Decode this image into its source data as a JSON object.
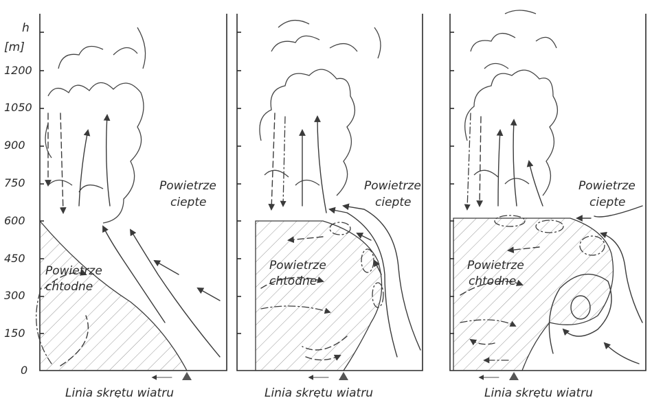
{
  "axis": {
    "label_h": "h",
    "label_unit": "[m]",
    "ticks": [
      "1200",
      "1050",
      "900",
      "750",
      "600",
      "450",
      "300",
      "150",
      "0"
    ]
  },
  "panels": [
    {
      "warm_air": [
        "Powietrze",
        "ciepte"
      ],
      "cold_air": [
        "Powietrze",
        "chtodne"
      ],
      "caption": "Linia skrętu wiatru"
    },
    {
      "warm_air": [
        "Powietrze",
        "ciepte"
      ],
      "cold_air": [
        "Powietrze",
        "chtodne"
      ],
      "caption": "Linia skrętu wiatru"
    },
    {
      "warm_air": [
        "Powietrze",
        "ciepte"
      ],
      "cold_air": [
        "Powietrze",
        "chtodne"
      ],
      "caption": "Linia skrętu wiatru"
    }
  ],
  "colors": {
    "ink": "#3a3a3a",
    "hatch": "#8a8a8a",
    "marker": "#555555"
  }
}
